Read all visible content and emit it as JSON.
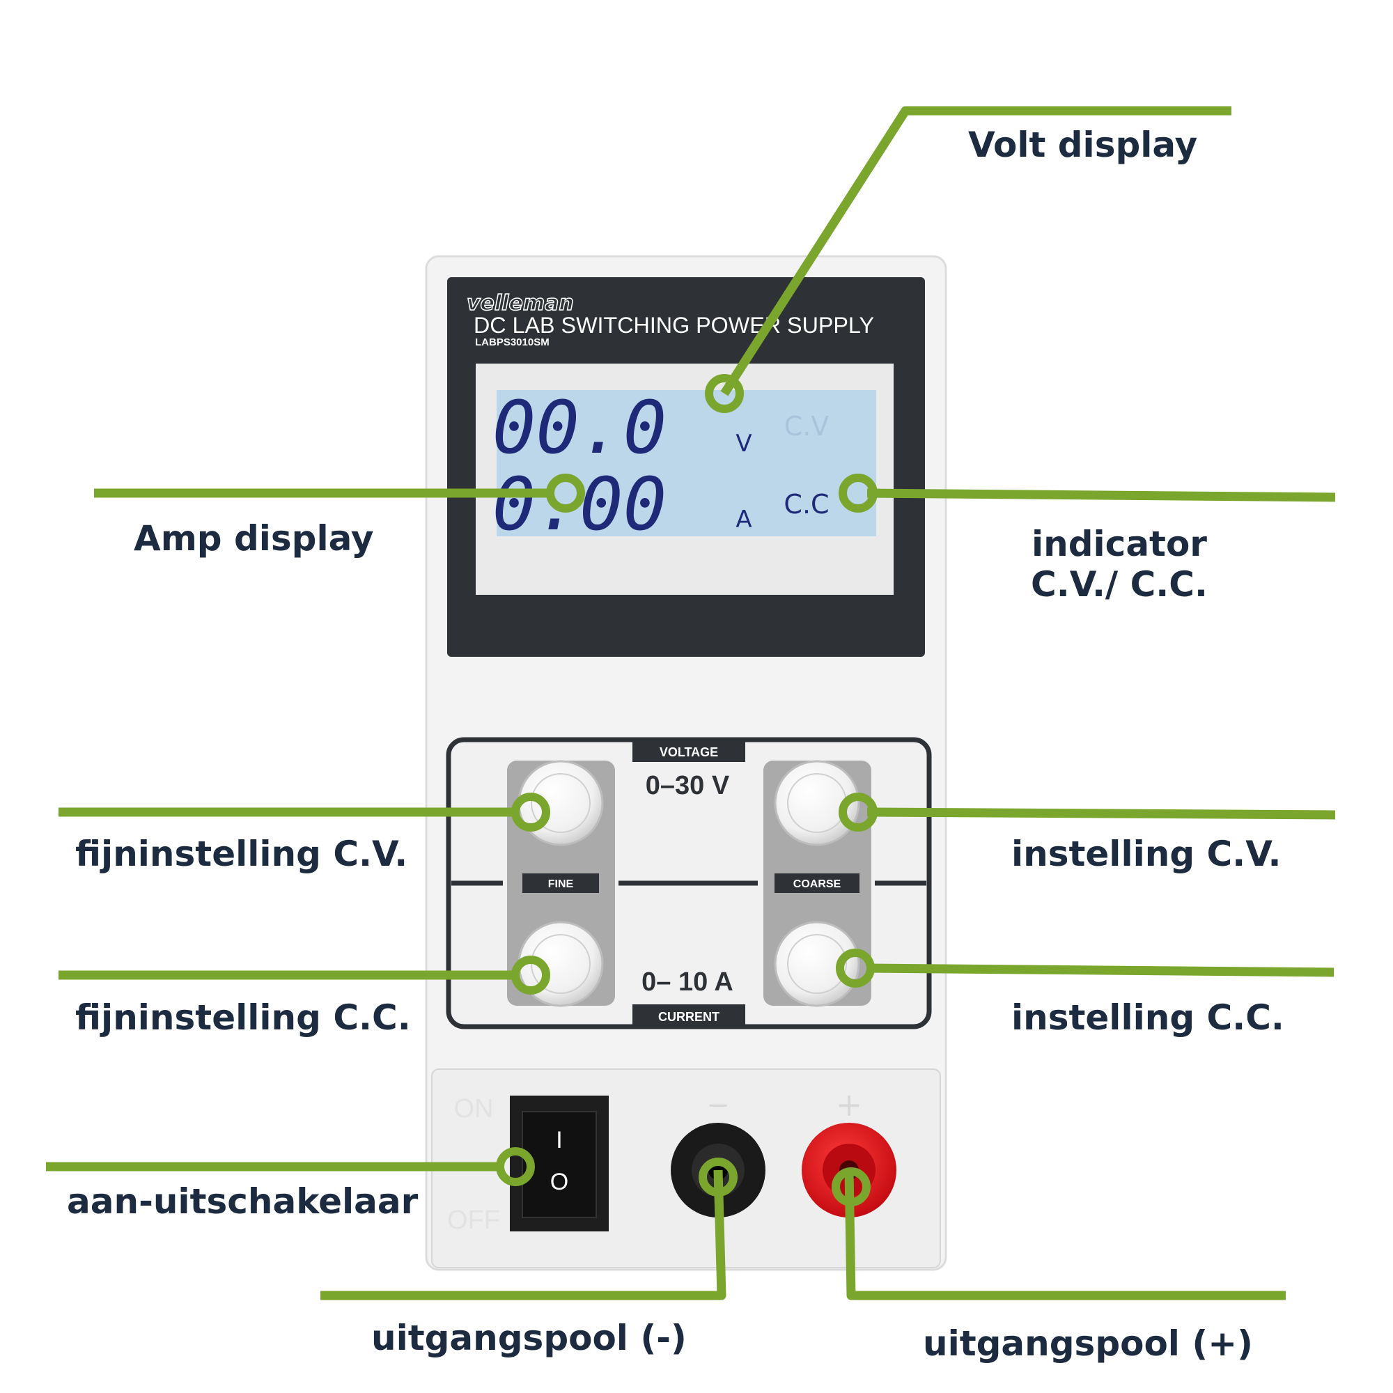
{
  "device": {
    "brand": "velleman",
    "title": "DC LAB SWITCHING POWER SUPPLY",
    "model": "LABPS3010SM",
    "display": {
      "voltage_reading": "00.0",
      "voltage_unit": "V",
      "current_reading": "0.00",
      "current_unit": "A",
      "mode_cv": "C.V",
      "mode_cc": "C.C"
    },
    "controls": {
      "voltage_tab": "VOLTAGE",
      "voltage_range": "0–30 V",
      "current_tab": "CURRENT",
      "current_range": "0– 10 A",
      "fine_tag": "FINE",
      "coarse_tag": "COARSE"
    },
    "switch": {
      "on": "ON",
      "off": "OFF",
      "on_symbol": "I",
      "off_symbol": "O"
    },
    "terminals": {
      "negative": "−",
      "positive": "+"
    }
  },
  "callouts": {
    "volt_display": "Volt display",
    "amp_display": "Amp display",
    "indicator_line1": "indicator",
    "indicator_line2": "C.V./ C.C.",
    "fine_cv": "fijninstelling C.V.",
    "setting_cv": "instelling C.V.",
    "fine_cc": "fijninstelling C.C.",
    "setting_cc": "instelling C.C.",
    "power_switch": "aan-uitschakelaar",
    "output_neg": "uitgangspool (-)",
    "output_pos": "uitgangspool (+)"
  },
  "colors": {
    "callout_green": "#7ba62e",
    "label_navy": "#1c2b3f",
    "panel_dark": "#2e3236",
    "lcd_blue": "#bcd6ea",
    "lcd_digits": "#1e2a78",
    "terminal_red": "#e0141c"
  }
}
